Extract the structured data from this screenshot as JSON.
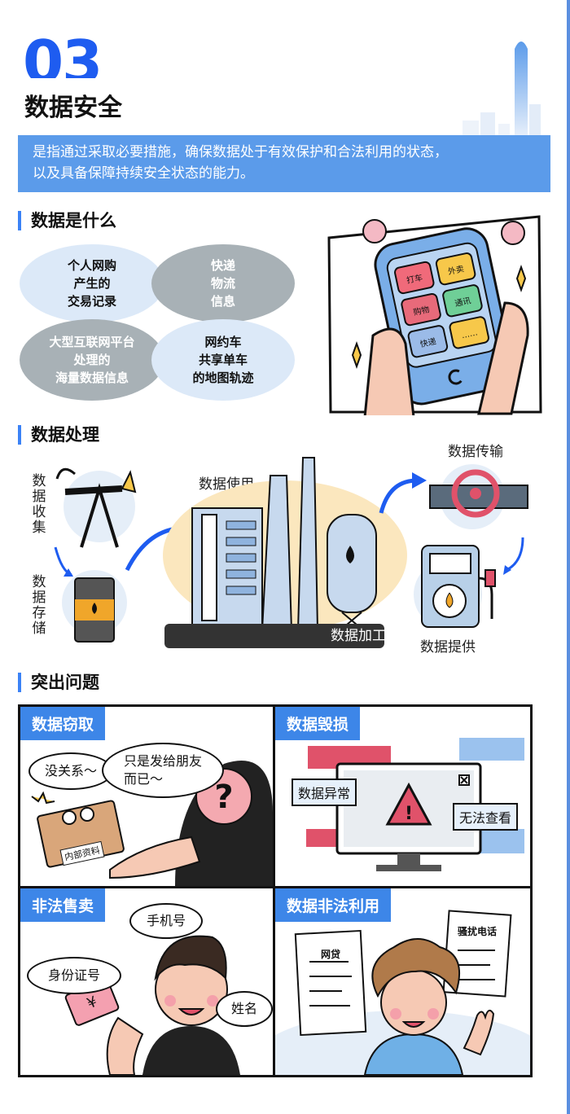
{
  "header": {
    "number": "03",
    "title": "数据安全",
    "definition_line1": "是指通过采取必要措施，确保数据处于有效保护和合法利用的状态，",
    "definition_line2": "以及具备保障持续安全状态的能力。"
  },
  "what_is_data": {
    "heading": "数据是什么",
    "bubbles": [
      [
        "个人网购",
        "产生的",
        "交易记录"
      ],
      [
        "快递",
        "物流",
        "信息"
      ],
      [
        "大型互联网平台",
        "处理的",
        "海量数据信息"
      ],
      [
        "网约车",
        "共享单车",
        "的地图轨迹"
      ]
    ],
    "phone_apps": [
      "打车",
      "外卖",
      "购物",
      "通讯",
      "快递",
      "……"
    ]
  },
  "processing": {
    "heading": "数据处理",
    "collect": "数据收集",
    "store": "数据存储",
    "use": "数据使用",
    "process": "数据加工",
    "transmit": "数据传输",
    "provide": "数据提供"
  },
  "issues": {
    "heading": "突出问题",
    "panels": [
      {
        "tag": "数据窃取",
        "speech1": "没关系～",
        "speech2_line1": "只是发给朋友",
        "speech2_line2": "而已～",
        "box_label": "内部资料"
      },
      {
        "tag": "数据毁损",
        "label1": "数据异常",
        "label2": "无法查看"
      },
      {
        "tag": "非法售卖",
        "label1": "手机号",
        "label2": "身份证号",
        "label3": "姓名"
      },
      {
        "tag": "数据非法利用",
        "sign1": "网贷",
        "sign2": "骚扰电话"
      }
    ]
  },
  "colors": {
    "accent": "#1e5cf0",
    "banner": "#5b9bea",
    "tag": "#3d86e8"
  }
}
